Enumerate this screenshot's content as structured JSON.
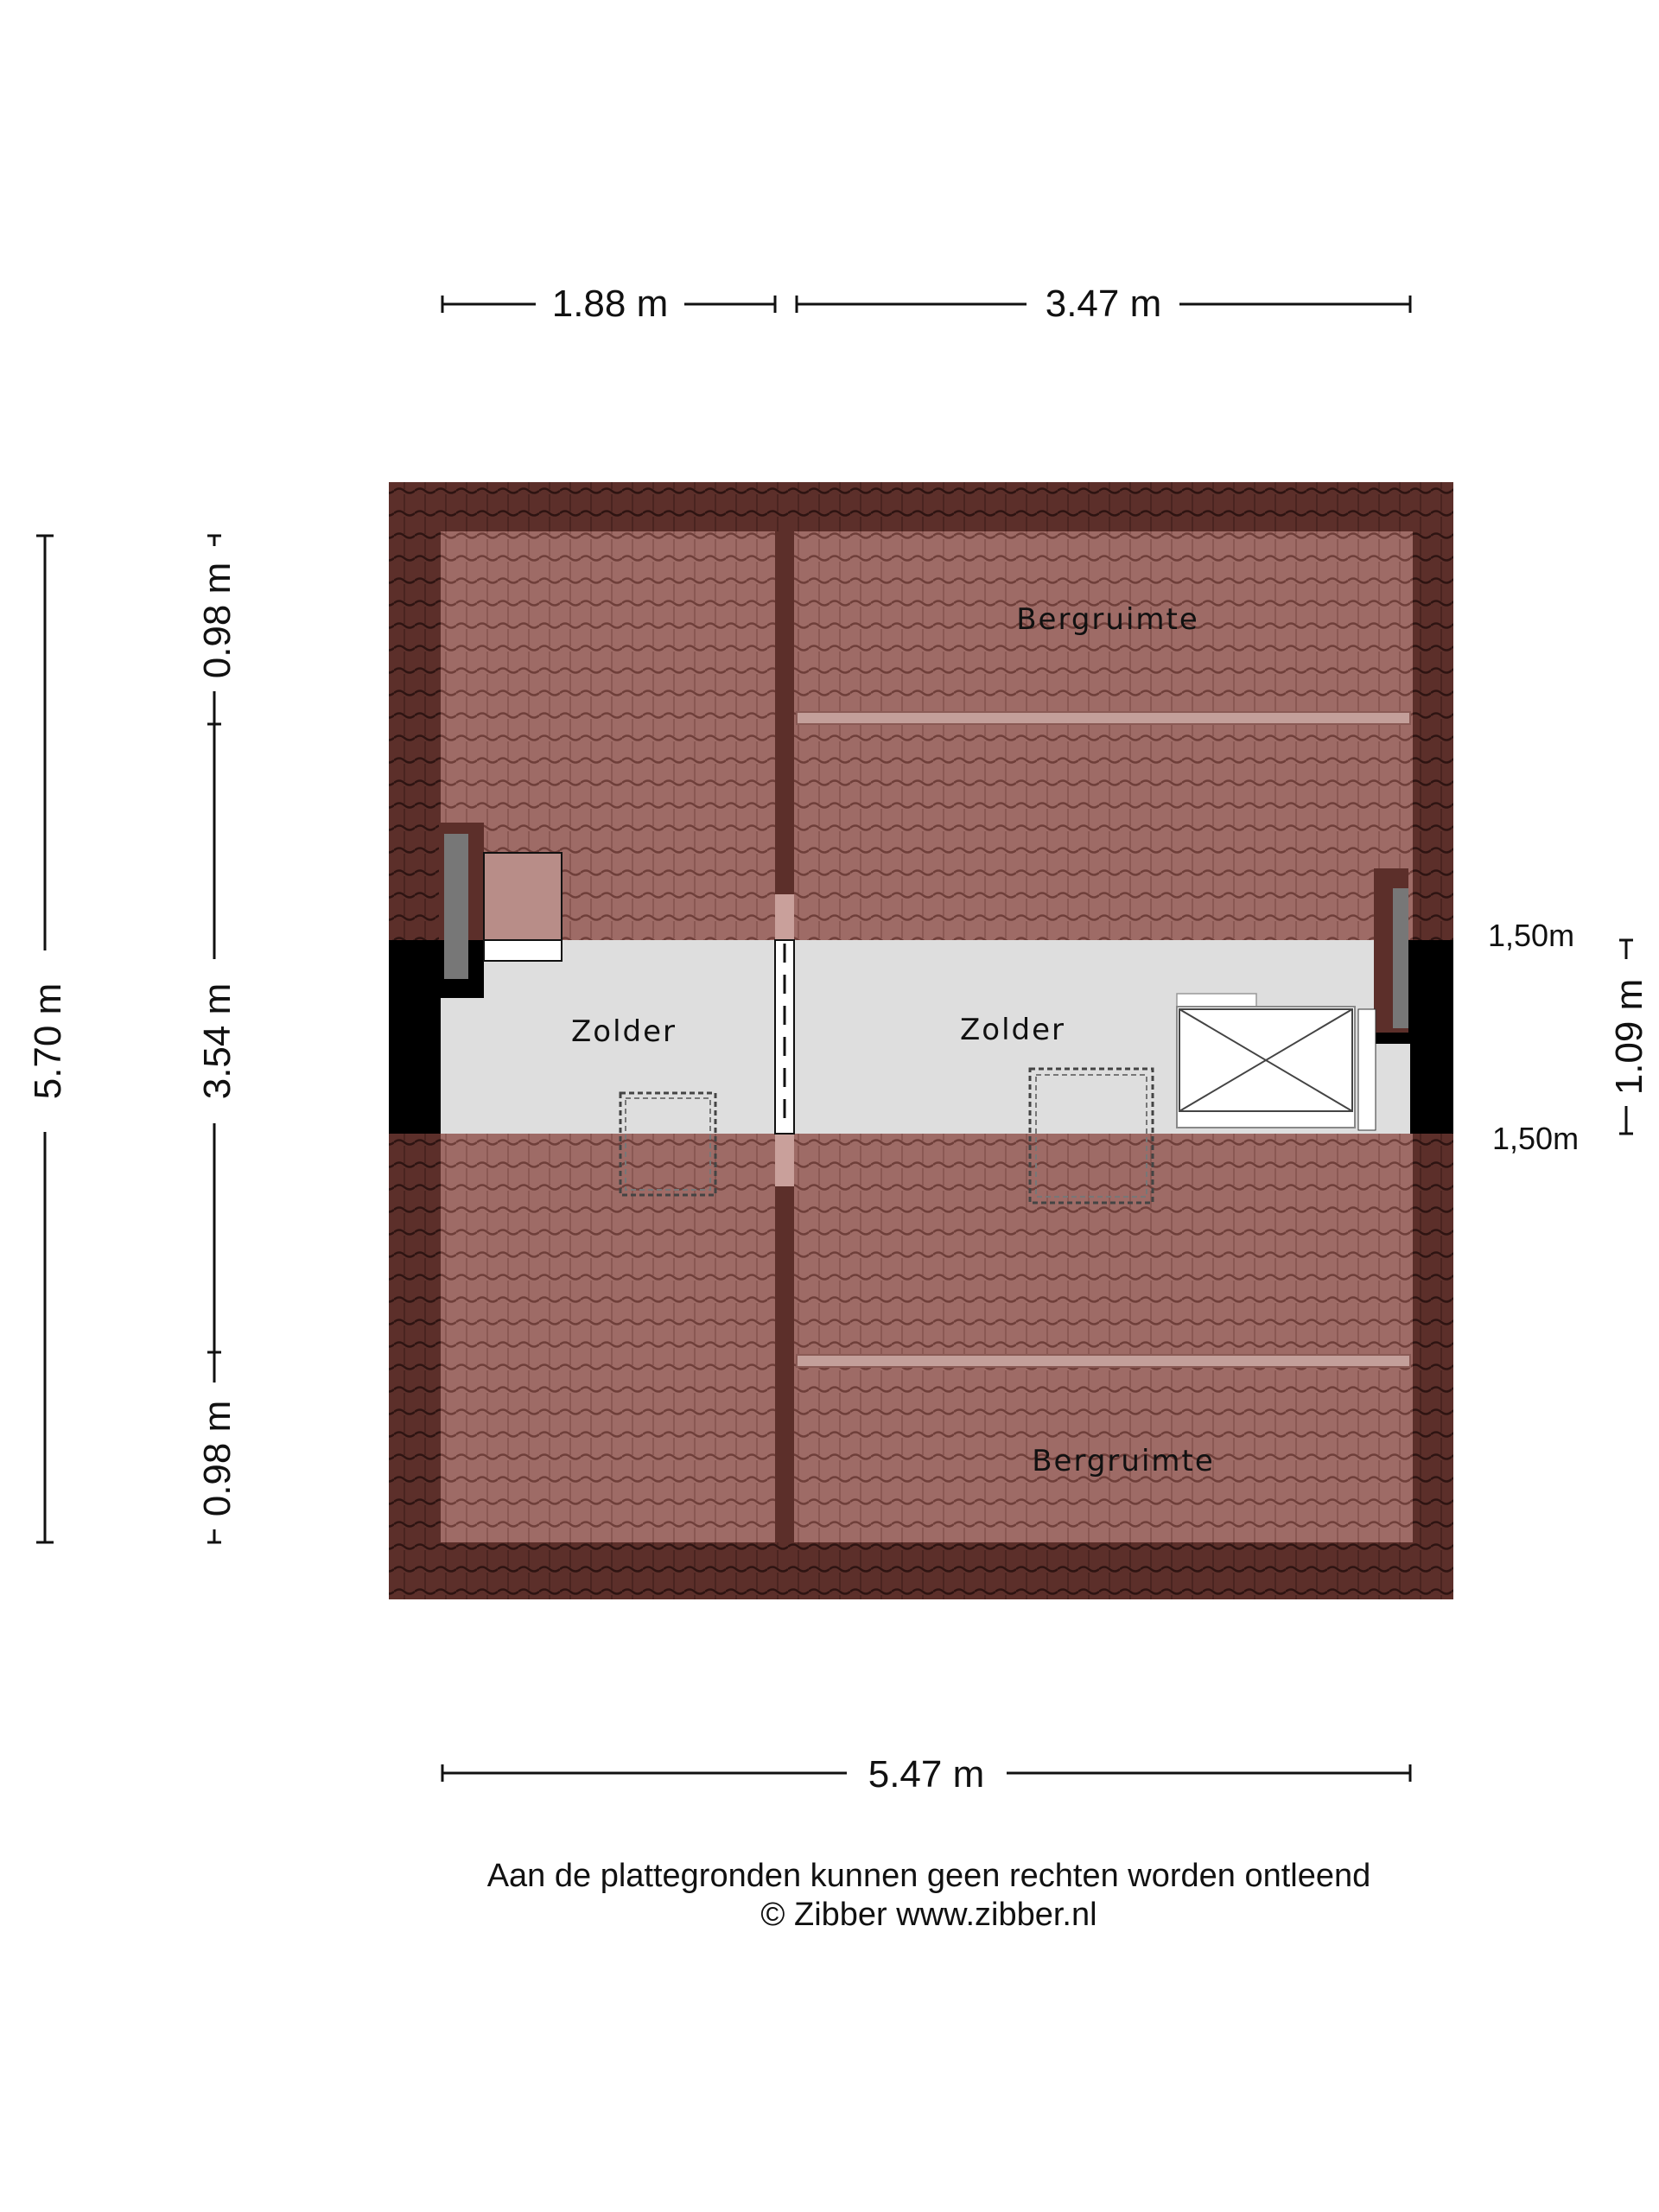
{
  "dimensions": {
    "top_left": "1.88 m",
    "top_right": "3.47 m",
    "bottom": "5.47 m",
    "left_total": "5.70 m",
    "left_top": "0.98 m",
    "left_middle": "3.54 m",
    "left_bottom": "0.98 m",
    "right_middle": "1.09 m",
    "right_height_top": "1,50m",
    "right_height_bottom": "1,50m"
  },
  "rooms": {
    "bergruimte_top": "Bergruimte",
    "zolder_left": "Zolder",
    "zolder_right": "Zolder",
    "bergruimte_bottom": "Bergruimte"
  },
  "footer": {
    "disclaimer": "Aan de plattegronden kunnen geen rechten worden ontleend",
    "copyright": "© Zibber www.zibber.nl"
  },
  "colors": {
    "roof_tile": "#9c6a66",
    "roof_edge": "#5a2f2b",
    "attic_floor": "#dedede",
    "wall": "#000000"
  }
}
